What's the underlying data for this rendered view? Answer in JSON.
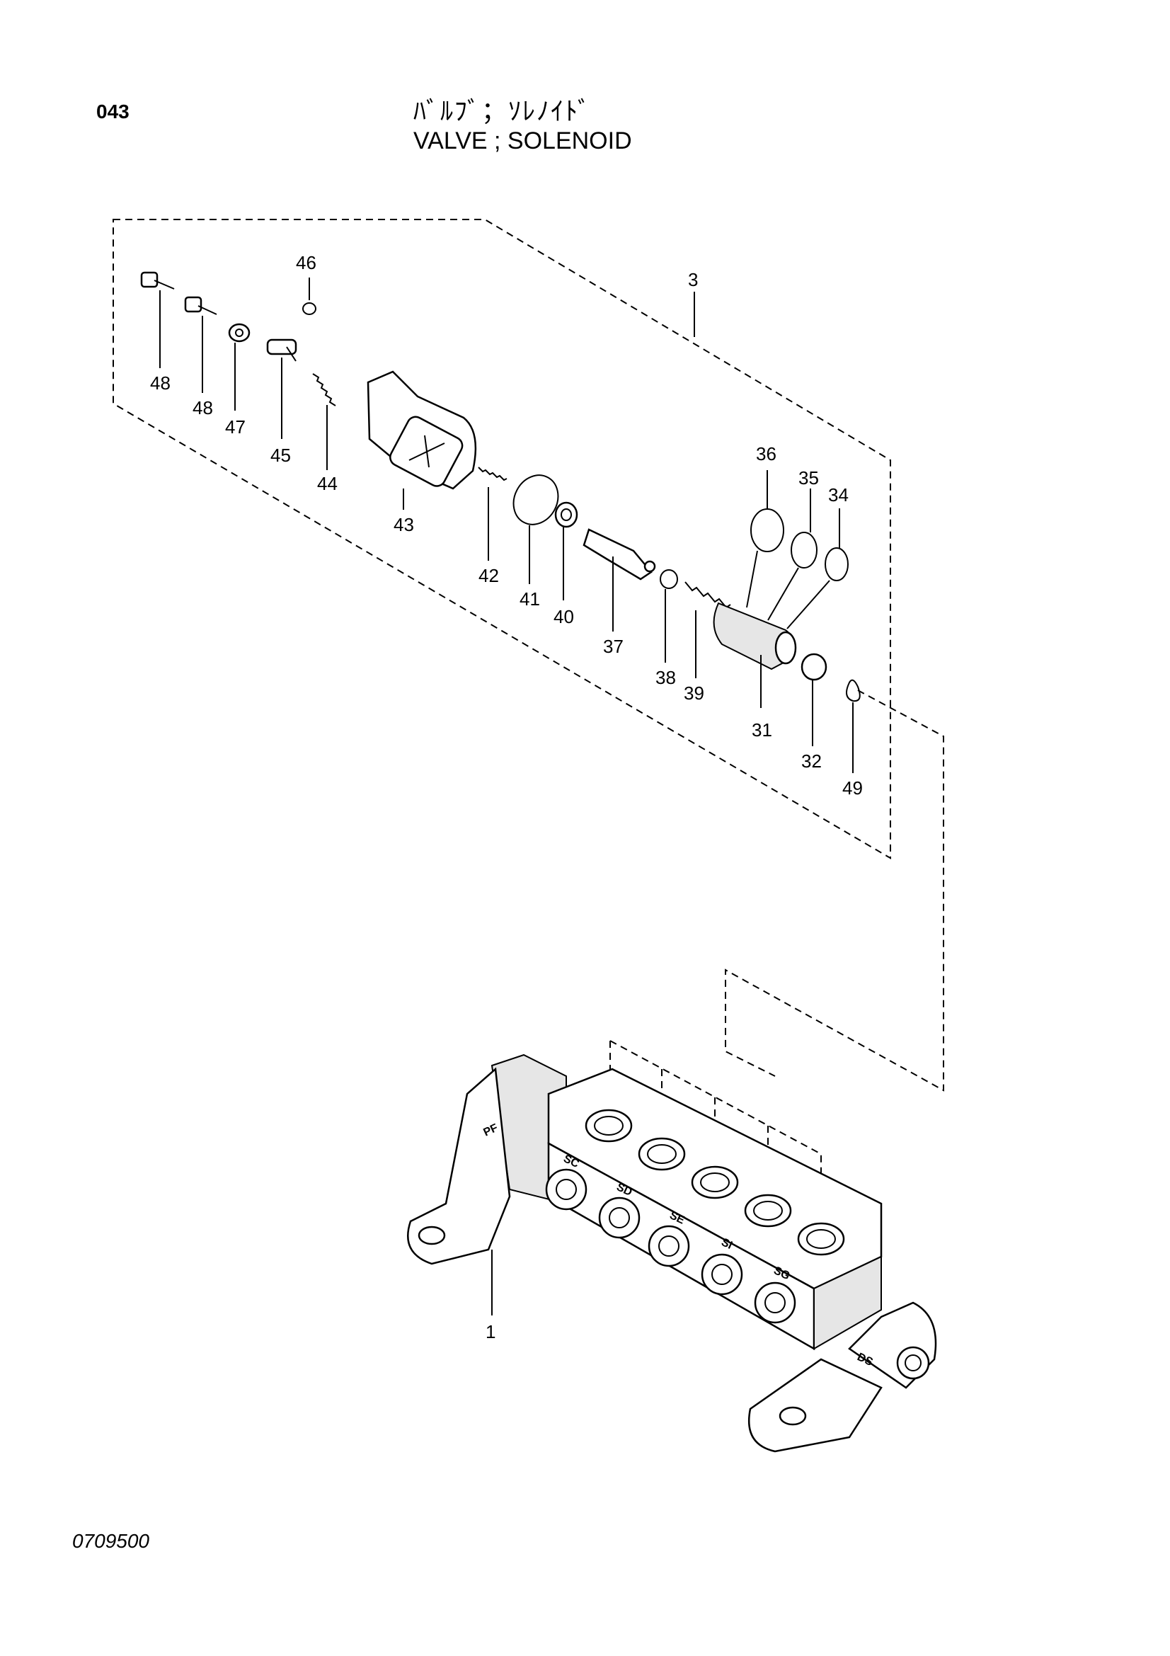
{
  "header": {
    "page_number": "043",
    "title_jp": "ﾊﾞﾙﾌﾞ；ｿﾚﾉｲﾄﾞ",
    "title_en": "VALVE ; SOLENOID"
  },
  "footer": {
    "drawing_number": "0709500"
  },
  "callouts": {
    "c46": "46",
    "c3": "3",
    "c48a": "48",
    "c48b": "48",
    "c47": "47",
    "c45": "45",
    "c44": "44",
    "c43": "43",
    "c42": "42",
    "c41": "41",
    "c40": "40",
    "c37": "37",
    "c38": "38",
    "c39": "39",
    "c36": "36",
    "c35": "35",
    "c34": "34",
    "c31": "31",
    "c32": "32",
    "c49": "49",
    "c1": "1"
  },
  "port_labels": {
    "pf": "PF",
    "sc": "SC",
    "sd": "SD",
    "se": "SE",
    "si": "SI",
    "sg": "SG",
    "ds": "DS"
  }
}
